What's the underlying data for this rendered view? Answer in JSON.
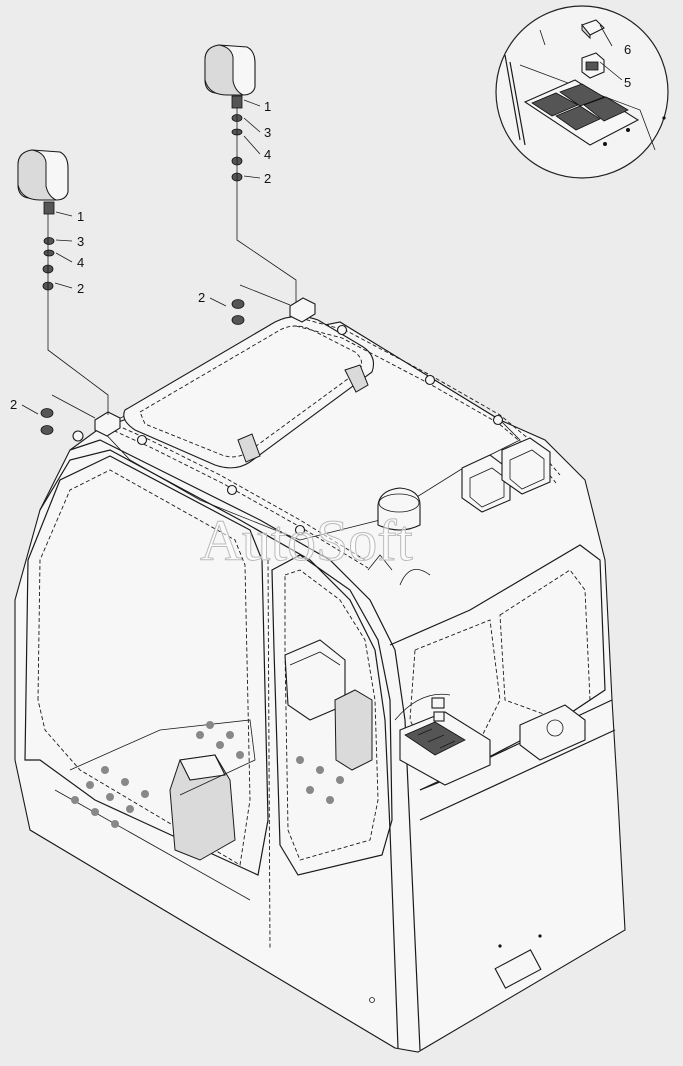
{
  "watermark": "AutoSoft",
  "callouts": {
    "left_lamp": [
      "1",
      "3",
      "4",
      "2"
    ],
    "left_base_nut": "2",
    "right_lamp": [
      "1",
      "3",
      "4",
      "2"
    ],
    "right_base_nut": "2",
    "inset": [
      "6",
      "5"
    ]
  },
  "parts": {
    "1": "work-lamp",
    "2": "nut",
    "3": "washer",
    "4": "lock-washer",
    "5": "switch-housing",
    "6": "switch-cap"
  },
  "colors": {
    "background": "#ececec",
    "line": "#1a1a1a",
    "panel": "#f7f7f7"
  }
}
